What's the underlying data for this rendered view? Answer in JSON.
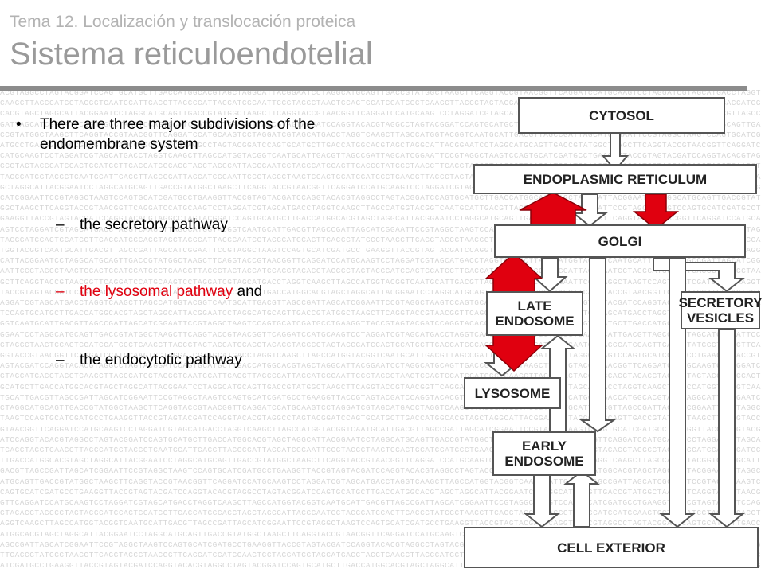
{
  "header": {
    "subtitle": "Tema 12. Localización y translocación proteica",
    "title": "Sistema reticuloendotelial"
  },
  "content": {
    "bullet_char": "•",
    "main_bullet": "There are three major subdivisions of the endomembrane system",
    "dash": "–",
    "sub_items": [
      {
        "text": "the secretory pathway",
        "suffix": ""
      },
      {
        "text": "the lysosomal pathway",
        "suffix": " and"
      },
      {
        "text": "the endocytotic pathway",
        "suffix": ""
      }
    ]
  },
  "diagram": {
    "boxes": {
      "cytosol": "CYTOSOL",
      "er": "ENDOPLASMIC RETICULUM",
      "golgi": "GOLGI",
      "late_endosome": [
        "LATE",
        "ENDOSOME"
      ],
      "secretory_vesicles": [
        "SECRETORY",
        "VESICLES"
      ],
      "lysosome": "LYSOSOME",
      "early_endosome": [
        "EARLY",
        "ENDOSOME"
      ],
      "cell_exterior": "CELL EXTERIOR"
    }
  },
  "colors": {
    "accent_red": "#e0000f",
    "title_gray": "#9a9a9a",
    "subtitle_gray": "#b3b3b3",
    "rule_gray": "#8c8c8c",
    "box_border": "#555555"
  },
  "background_pattern": "ACGTAGGCCTAGTACGGATCCAGTGCATGCTTGACCATGGCACGTAGCTAGGCATTACGGAATCCTAGGCATGCAGTTGACCGTATGGCTAAGCTTCAGGTACCGTAACGGTTCAGGATCCATGCAAGTCCTAGGATCGTAGCATGACCTAGGTCAAGCTTAGCCATGGTACGGTCAATGCATTGACGTTAGCCGATTAGCATCGGAATTCCGTAGGCTAAGTCCAGTGCATCGATGCCTGAAGGTTACCGTAGTACGATCCAGGTAC"
}
